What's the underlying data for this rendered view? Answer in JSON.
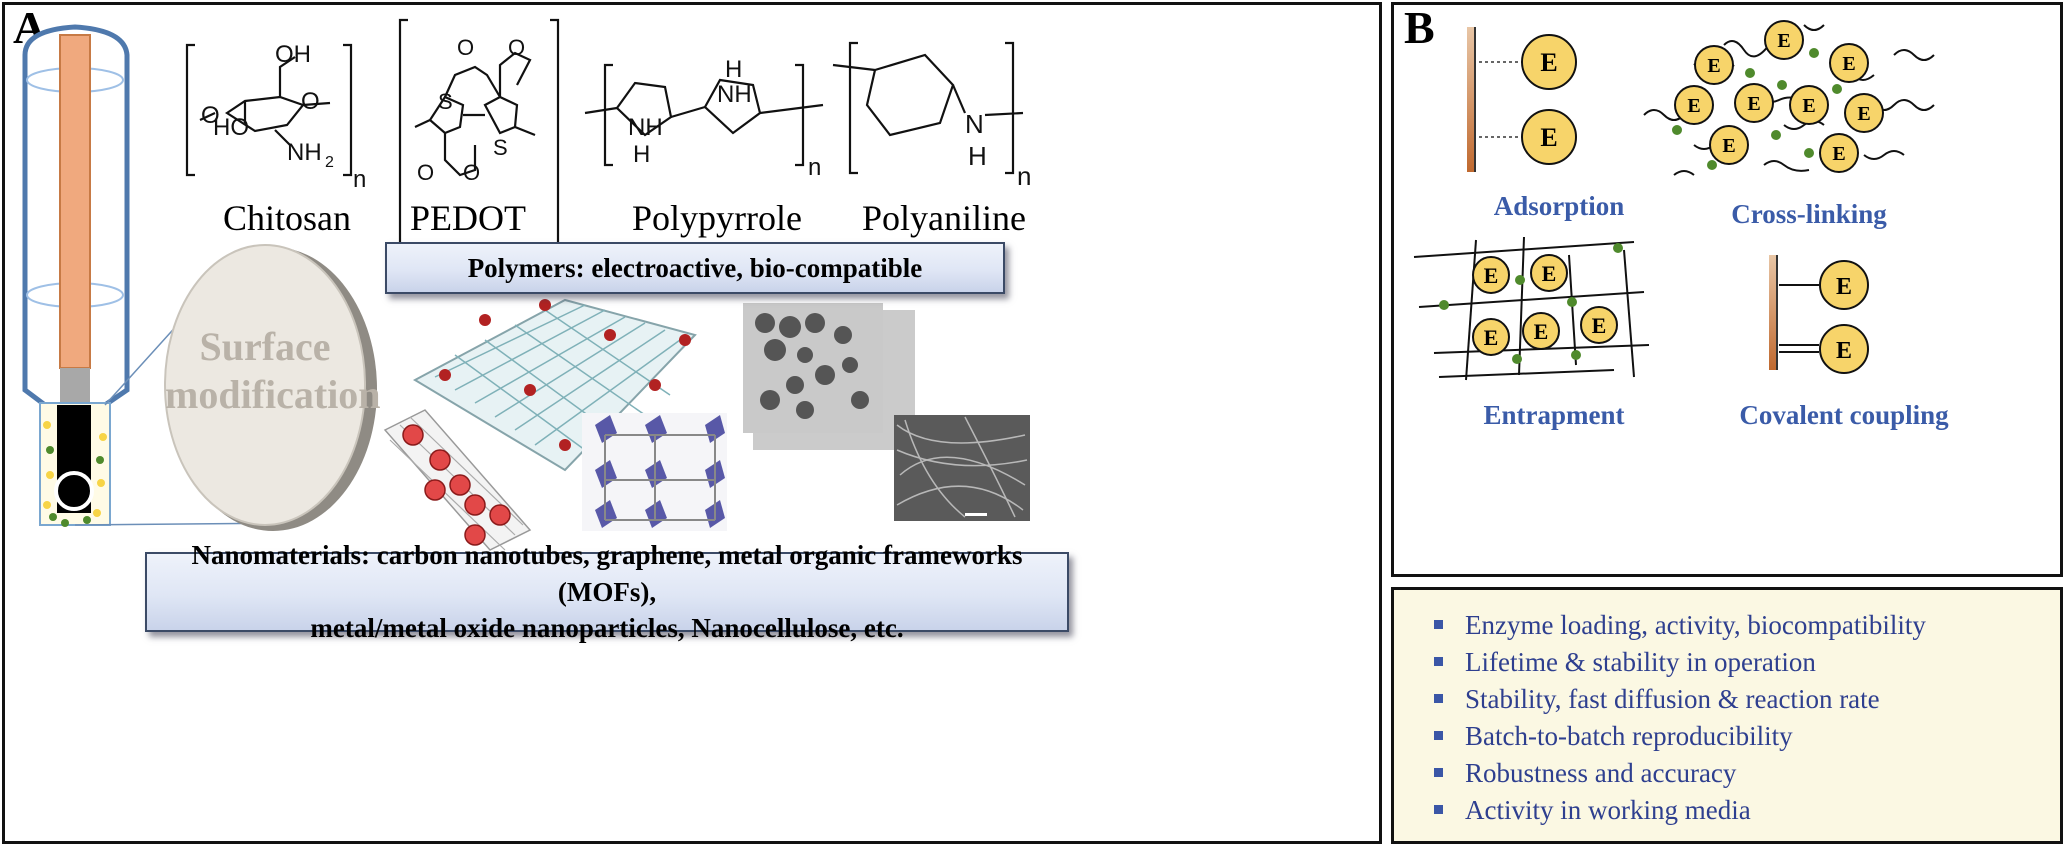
{
  "panel_a": {
    "label": "A",
    "polymers": [
      "Chitosan",
      "PEDOT",
      "Polypyrrole",
      "Polyaniline"
    ],
    "polymer_banner": "Polymers: electroactive, bio-compatible",
    "surface_text_line1": "Surface",
    "surface_text_line2": "modification",
    "nano_banner_line1": "Nanomaterials: carbon nanotubes, graphene, metal organic frameworks  (MOFs),",
    "nano_banner_line2": "metal/metal oxide nanoparticles, Nanocellulose, etc.",
    "chem_text": {
      "oh": "OH",
      "o": "O",
      "ho": "HO",
      "nh2": "NH",
      "sub2": "2",
      "n": "n",
      "s": "S",
      "h": "H",
      "nh": "NH",
      "n_atom": "N"
    }
  },
  "panel_b": {
    "label": "B",
    "enzyme_symbol": "E",
    "methods": [
      "Adsorption",
      "Cross-linking",
      "Entrapment",
      "Covalent coupling"
    ]
  },
  "benefits": [
    "Enzyme loading, activity, biocompatibility",
    "Lifetime & stability in operation",
    "Stability, fast diffusion & reaction rate",
    "Batch-to-batch reproducibility",
    "Robustness and accuracy",
    "Activity in working media"
  ],
  "colors": {
    "enzyme_fill": "#f7d46a",
    "crosslink_dot": "#4f8a2c",
    "method_label": "#3a5ba8",
    "benefit_text": "#2e3f8f",
    "electrode_tip": "#f0a97e",
    "electrode_outline": "#4f79ad"
  }
}
